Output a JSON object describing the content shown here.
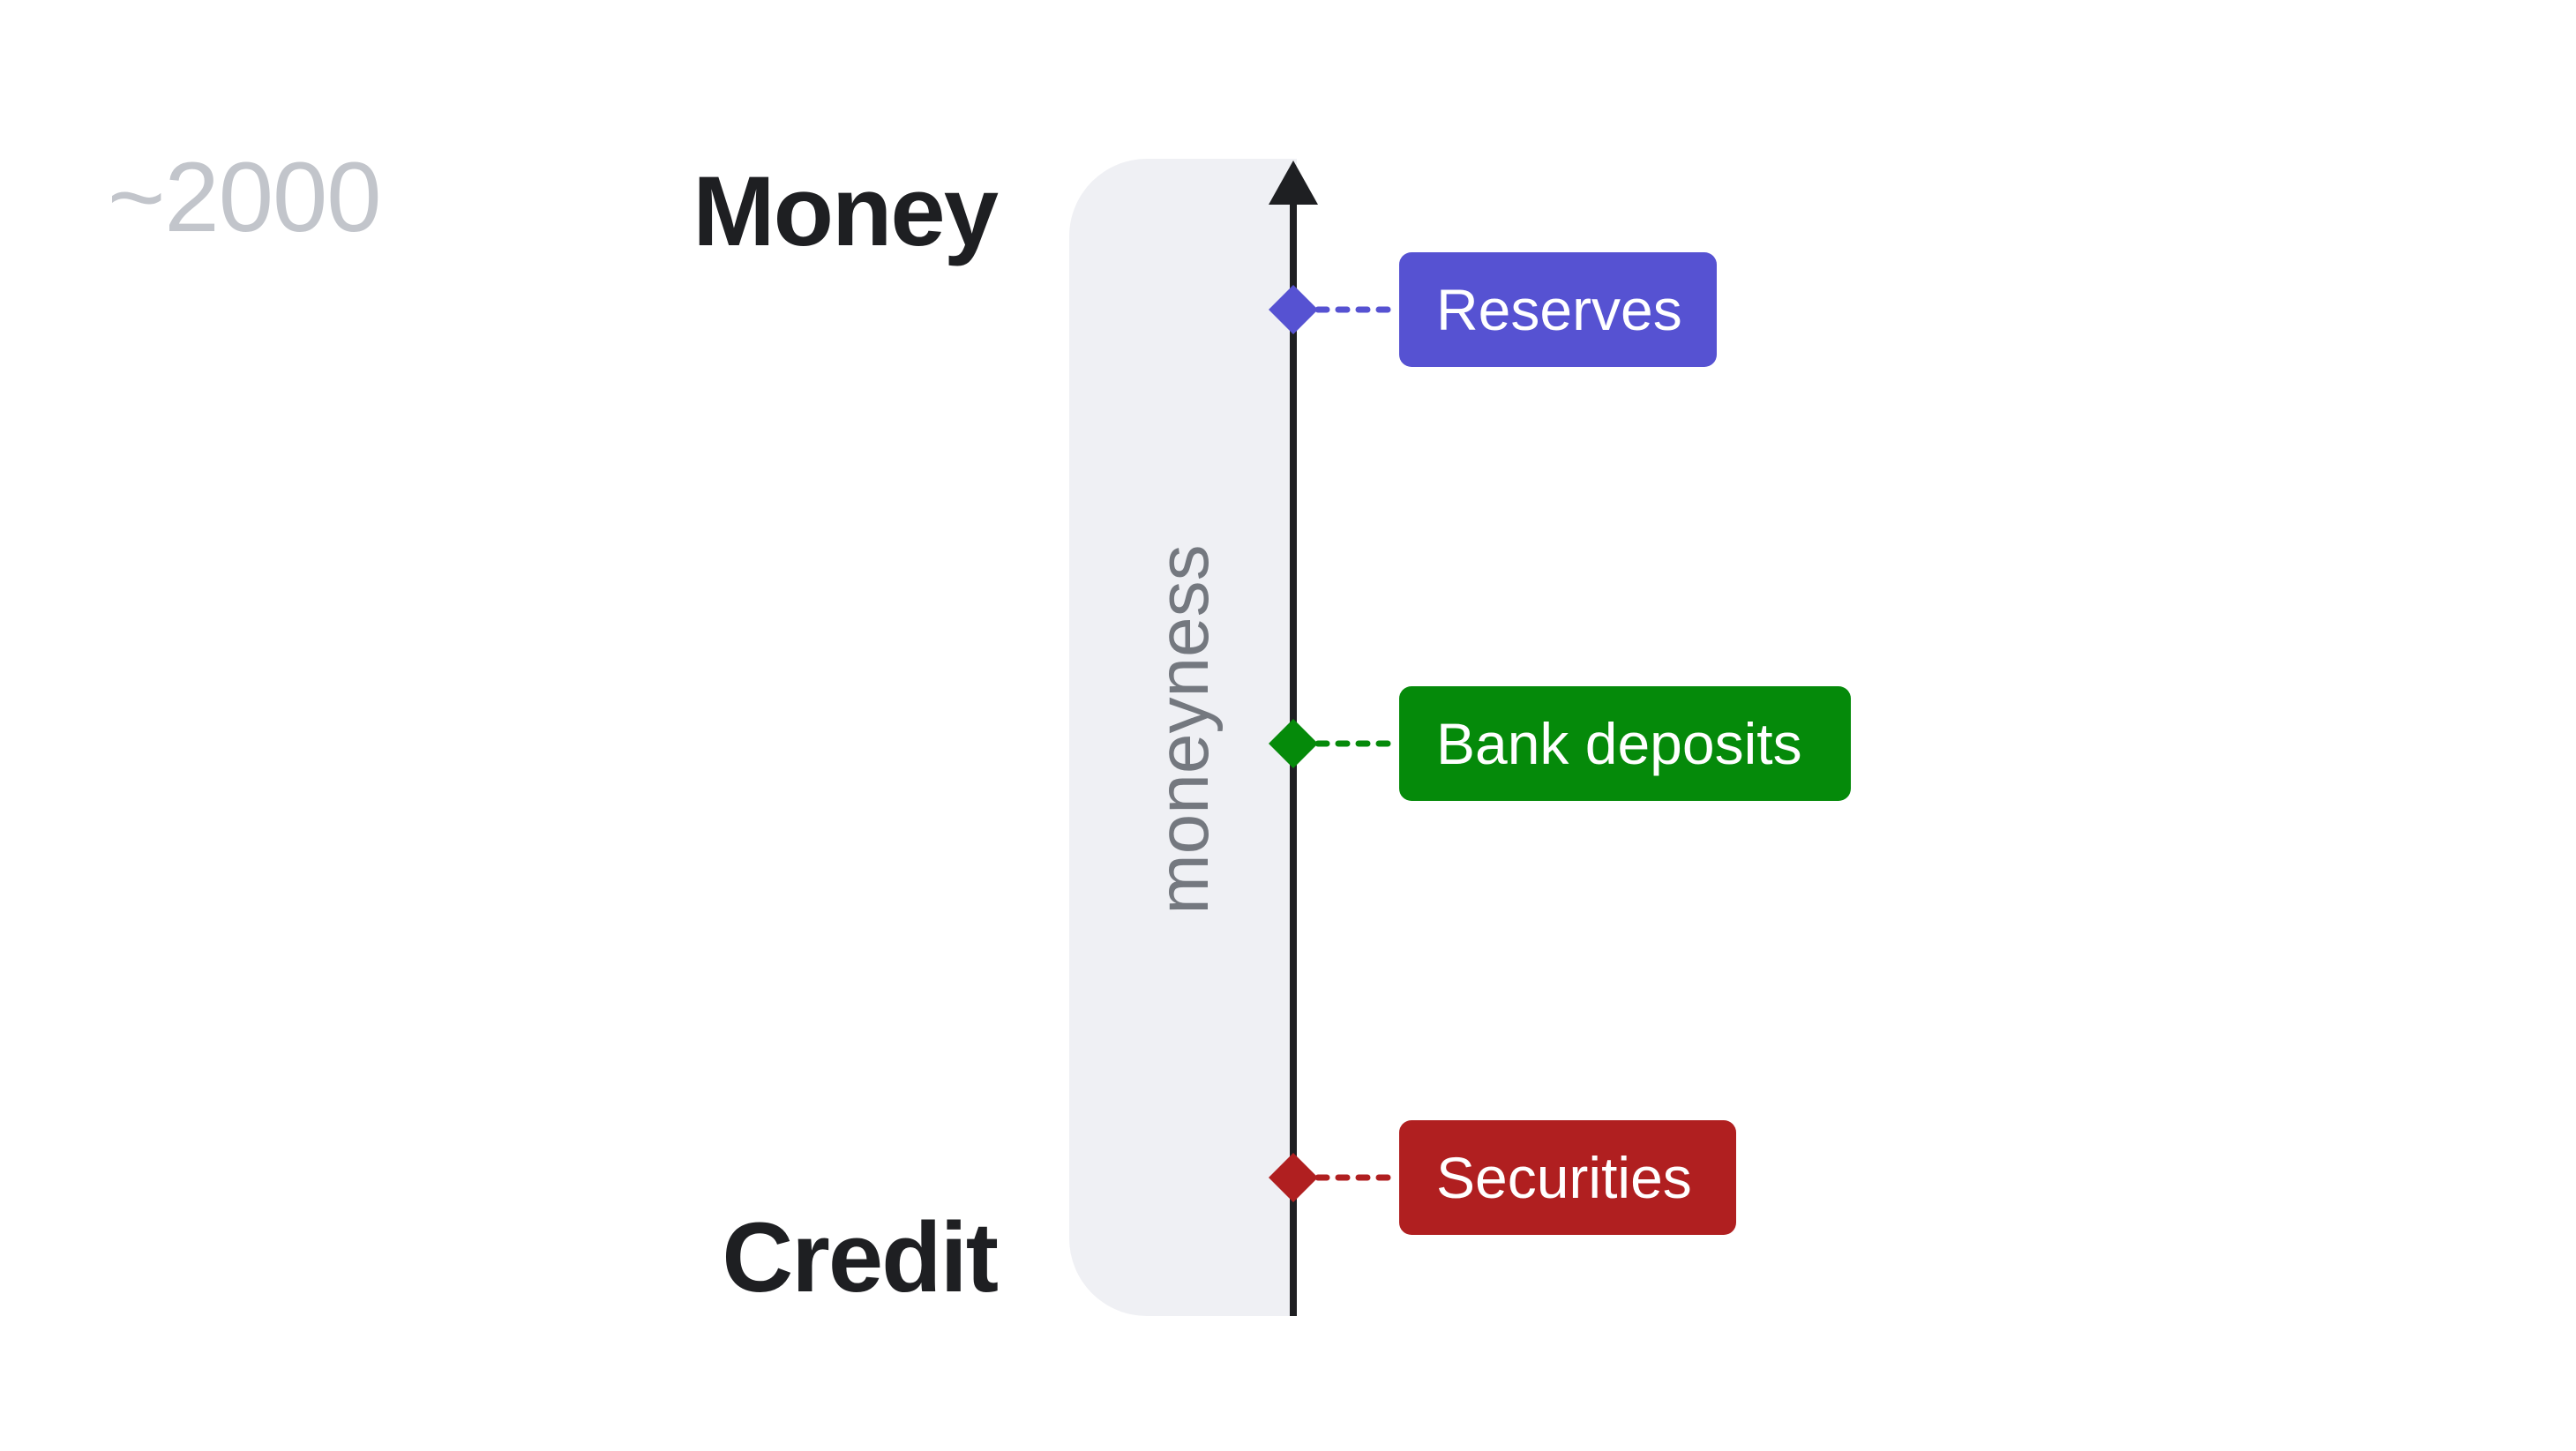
{
  "year": "~2000",
  "poles": {
    "top": "Money",
    "bottom": "Credit"
  },
  "axis_label": "moneyness",
  "items": [
    {
      "label": "Reserves",
      "color": "#5652d2"
    },
    {
      "label": "Bank deposits",
      "color": "#058a0a"
    },
    {
      "label": "Securities",
      "color": "#b01f20"
    }
  ],
  "colors": {
    "axis": "#1e1f22",
    "band": "#eff0f4",
    "band_text": "#74787f",
    "year_text": "#c2c5cb"
  }
}
